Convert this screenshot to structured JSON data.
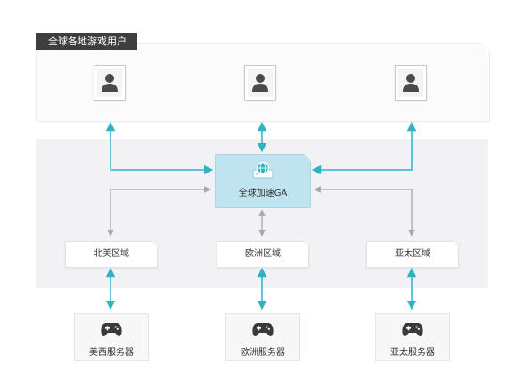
{
  "title": "全球各地游戏用户",
  "accelerator": {
    "label": "全球加速GA",
    "icon": "globe-server-icon"
  },
  "users": [
    {
      "icon": "user-icon"
    },
    {
      "icon": "user-icon"
    },
    {
      "icon": "user-icon"
    }
  ],
  "regions": [
    {
      "label": "北美区域"
    },
    {
      "label": "欧洲区域"
    },
    {
      "label": "亚太区域"
    }
  ],
  "servers": [
    {
      "label": "美西服务器",
      "icon": "gamepad-icon"
    },
    {
      "label": "欧洲服务器",
      "icon": "gamepad-icon"
    },
    {
      "label": "亚太服务器",
      "icon": "gamepad-icon"
    }
  ],
  "colors": {
    "accent": "#2eb3c3",
    "connector": "#a9a9ad",
    "title_bg": "#3e3e3e",
    "region_bg": "#f2f2f4",
    "ga_bg": "#bfe4ef",
    "icon_dark": "#4a4a4a"
  }
}
